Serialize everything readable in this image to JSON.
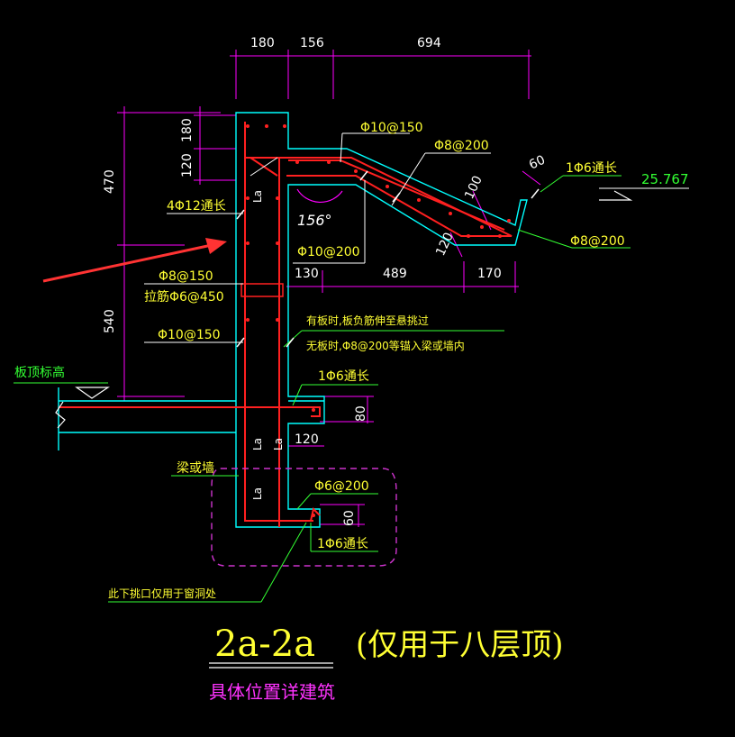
{
  "dimensions": {
    "top": [
      "180",
      "156",
      "694"
    ],
    "left": [
      "470",
      "540"
    ],
    "inner_vertical": [
      "180",
      "120"
    ],
    "lower_horizontal": [
      "130",
      "489",
      "170"
    ],
    "slab_thickness": [
      "100",
      "120"
    ],
    "tip": "60",
    "bottom_beam": [
      "80",
      "120",
      "60"
    ]
  },
  "angle": "156°",
  "elevation": "25.767",
  "rebar_labels": {
    "top_chord": "Φ10@150",
    "diag_top": "Φ8@200",
    "tip_long": "1Φ6通长",
    "tip_stirrup": "Φ8@200",
    "corner_long": "4Φ12通长",
    "inner": "Φ10@200",
    "wall_stirrup": "Φ8@150",
    "tie": "拉筋Φ6@450",
    "wall_vert": "Φ10@150",
    "note1": "有板时,板负筋伸至悬挑过",
    "note2": "无板时,Φ8@200等锚入梁或墙内",
    "beam_long": "1Φ6通长",
    "bottom_stirrup": "Φ6@200",
    "bottom_long": "1Φ6通长"
  },
  "la_marks": [
    "La",
    "La",
    "La",
    "La"
  ],
  "labels": {
    "slab_top": "板顶标高",
    "beam_or_wall": "梁或墙",
    "footnote": "此下挑口仅用于窗洞处"
  },
  "title": {
    "section": "2a-2a",
    "note": "(仅用于八层顶)",
    "sub": "具体位置详建筑"
  },
  "colors": {
    "concrete": "#00ffff",
    "rebar": "#ff2020",
    "dimension": "#ff00ff",
    "annotation": "#33ff33",
    "arrow": "#ff3333"
  }
}
